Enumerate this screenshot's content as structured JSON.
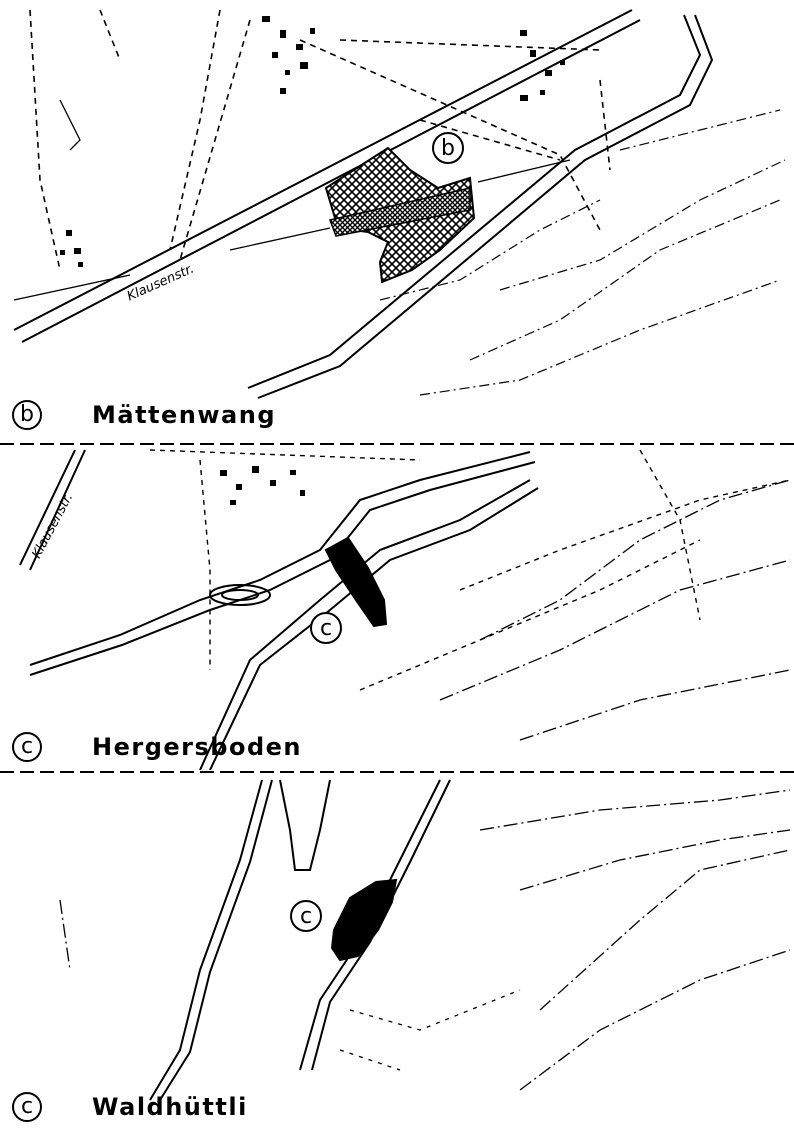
{
  "panels": [
    {
      "id": "b",
      "marker": "b",
      "caption": "Mättenwang",
      "street_label": "Klausenstr."
    },
    {
      "id": "c1",
      "marker": "c",
      "caption": "Hergersboden",
      "street_label": "Klausenstr."
    },
    {
      "id": "c2",
      "marker": "c",
      "caption": "Waldhüttli"
    }
  ]
}
